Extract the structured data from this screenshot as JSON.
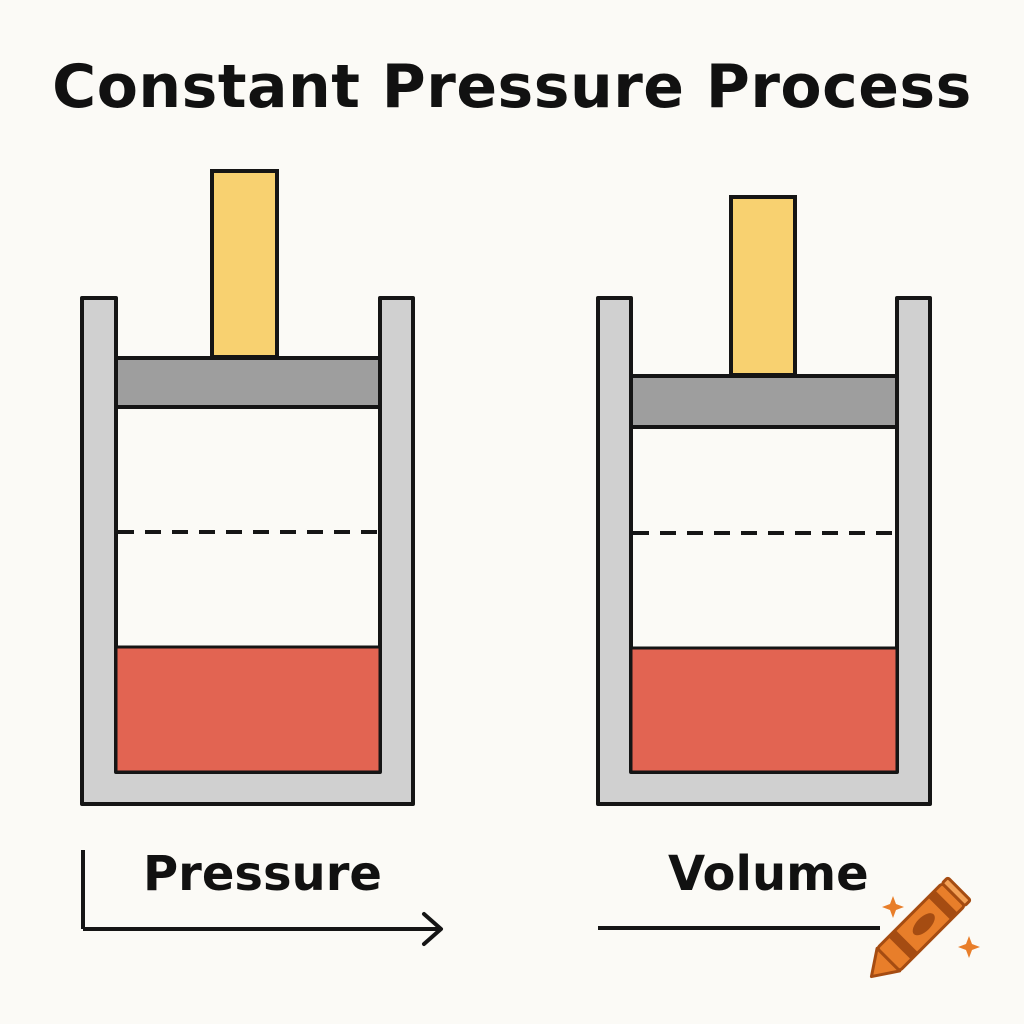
{
  "title": "Constant Pressure Process",
  "labels": {
    "left": "Pressure",
    "right": "Volume"
  },
  "colors": {
    "background": "#fbfaf6",
    "cylinder_wall": "#d0d0d0",
    "piston": "#9e9e9e",
    "piston_rod": "#f8d170",
    "gas_fill": "#e26452",
    "outline": "#151515",
    "crayon": "#e87e2a"
  },
  "icons": {
    "corner_logo": "crayon-icon"
  }
}
